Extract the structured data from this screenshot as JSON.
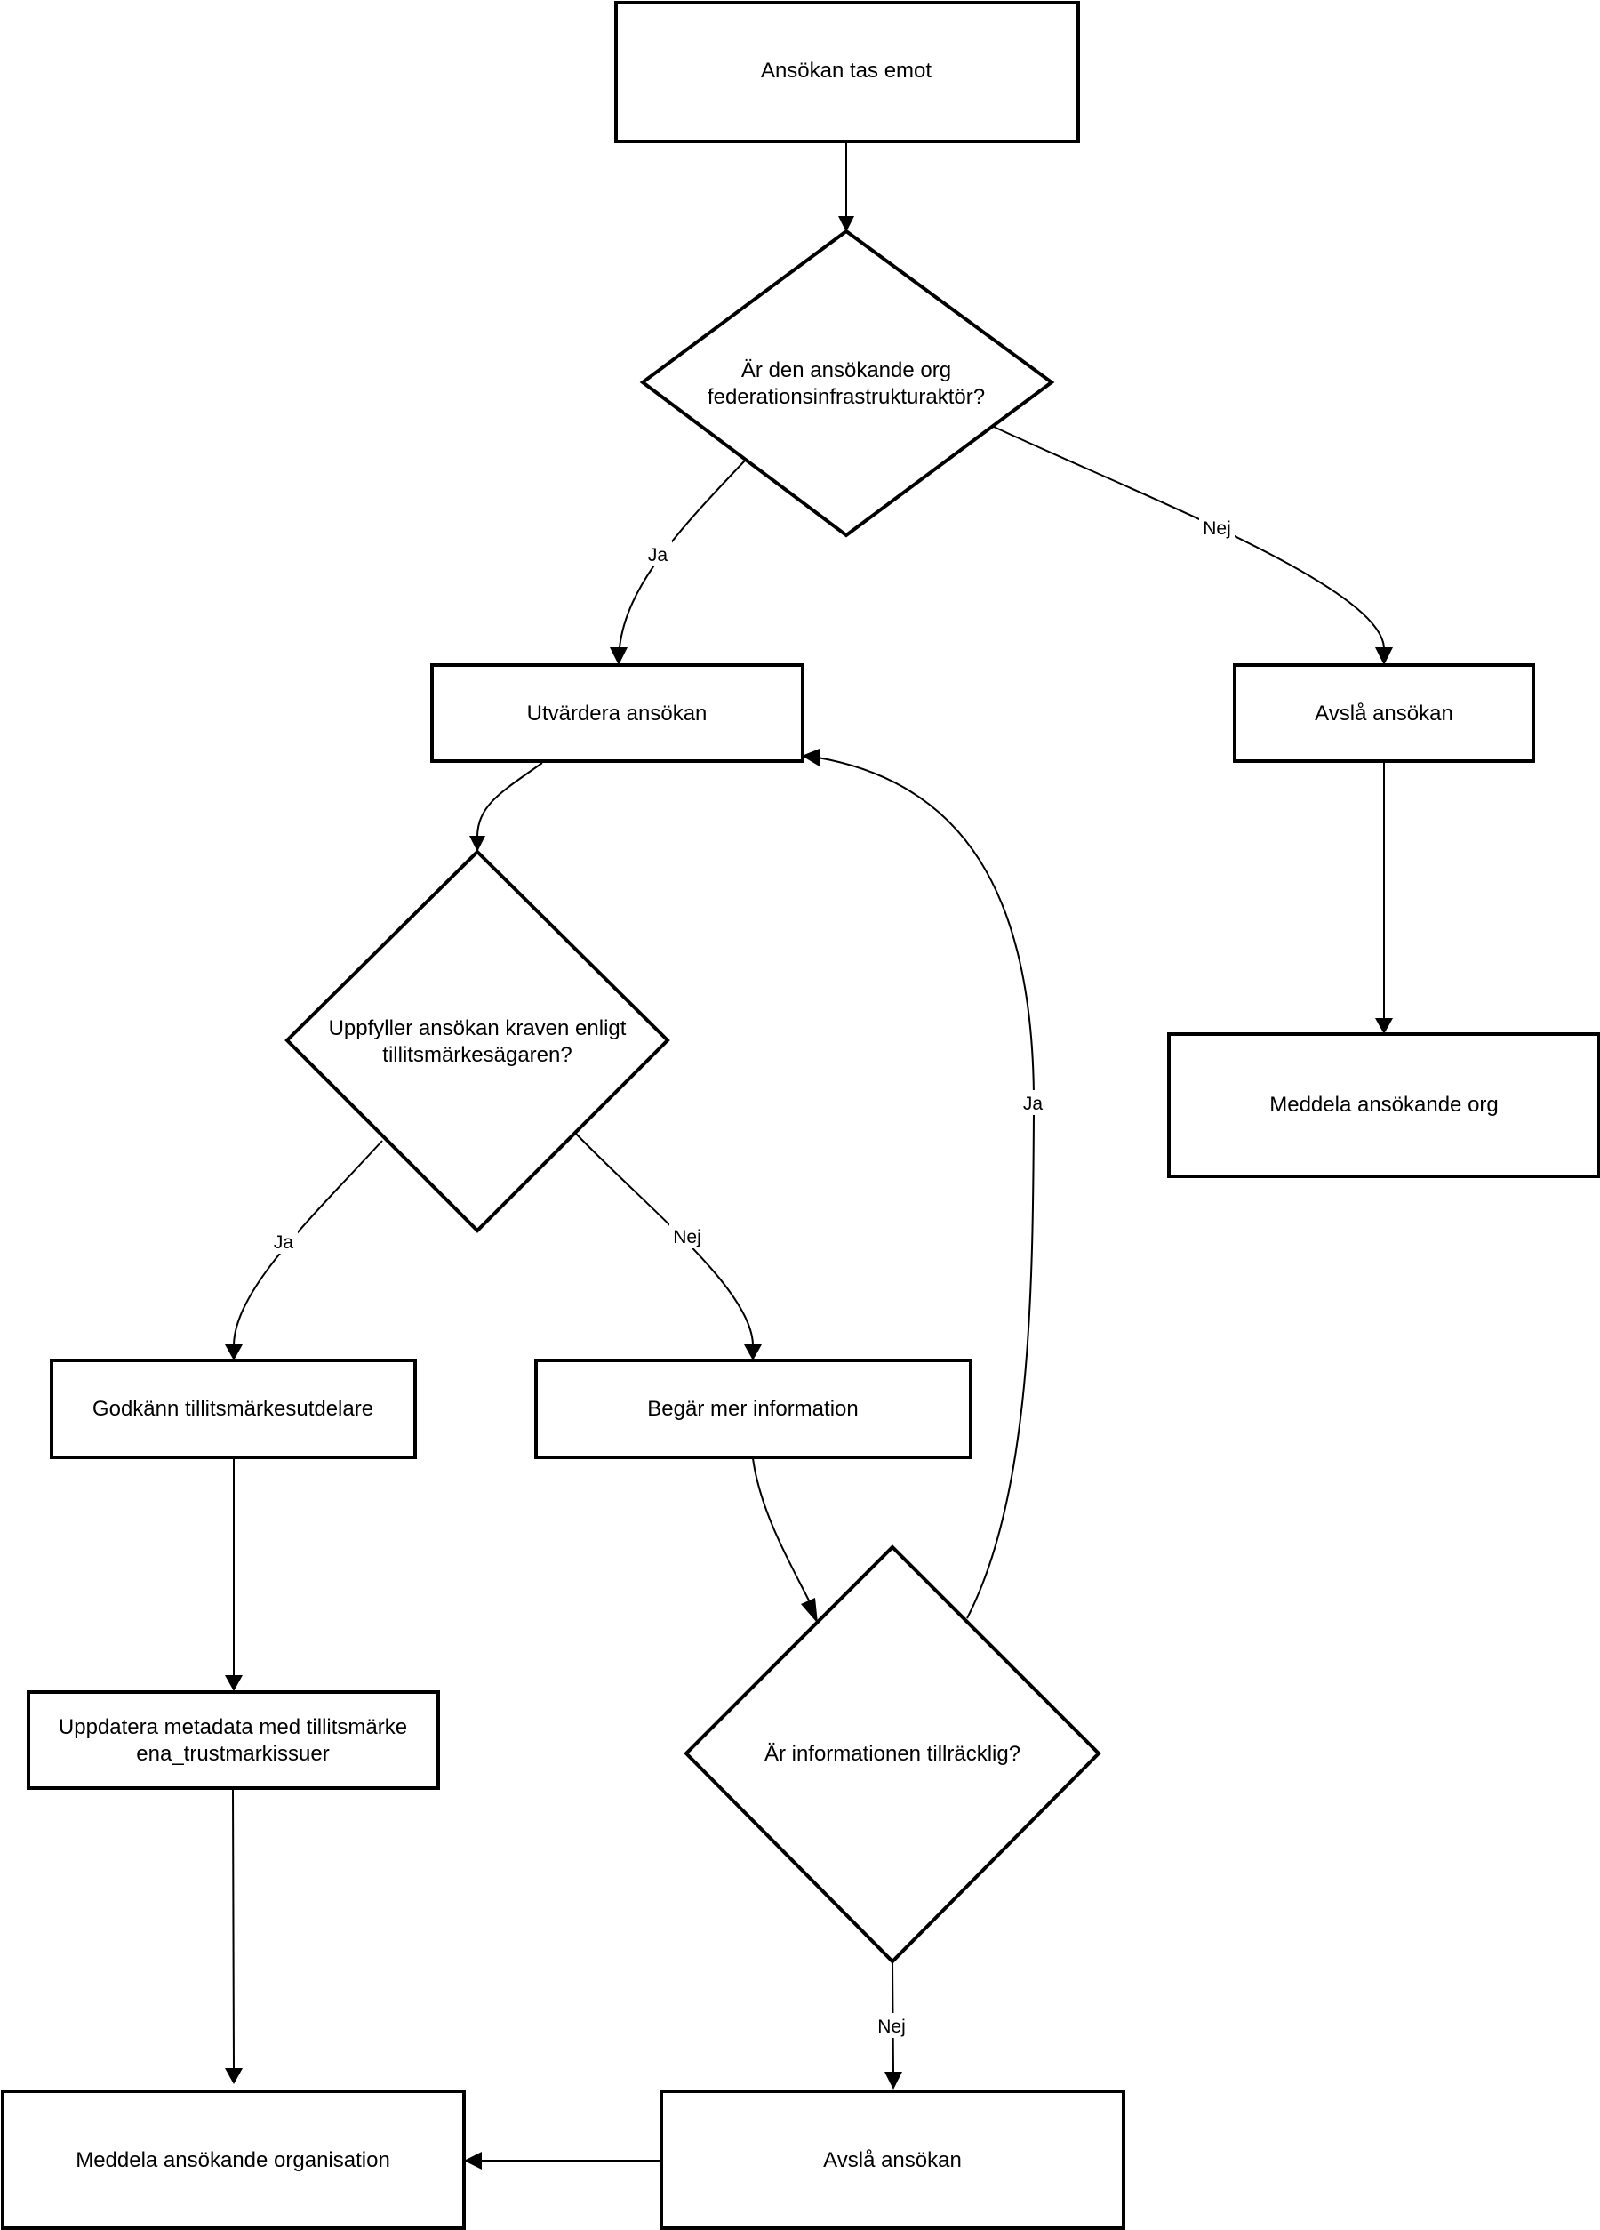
{
  "nodes": {
    "receive": {
      "lines": [
        "Ansökan tas emot"
      ]
    },
    "is_infra": {
      "lines": [
        "Är den ansökande org",
        "federationsinfrastrukturaktör?"
      ]
    },
    "evaluate": {
      "lines": [
        "Utvärdera ansökan"
      ]
    },
    "reject_org": {
      "lines": [
        "Avslå ansökan"
      ]
    },
    "notify_org": {
      "lines": [
        "Meddela ansökande org"
      ]
    },
    "meets_req": {
      "lines": [
        "Uppfyller ansökan kraven enligt",
        "tillitsmärkesägaren?"
      ]
    },
    "approve": {
      "lines": [
        "Godkänn tillitsmärkesutdelare"
      ]
    },
    "request_info": {
      "lines": [
        "Begär mer information"
      ]
    },
    "update_meta": {
      "lines": [
        "Uppdatera metadata med tillitsmärke",
        "ena_trustmarkissuer"
      ]
    },
    "info_enough": {
      "lines": [
        "Är informationen tillräcklig?"
      ]
    },
    "notify_organisation": {
      "lines": [
        "Meddela ansökande organisation"
      ]
    },
    "reject_final": {
      "lines": [
        "Avslå ansökan"
      ]
    }
  },
  "edge_labels": {
    "infra_yes": "Ja",
    "infra_no": "Nej",
    "meets_yes": "Ja",
    "meets_no": "Nej",
    "enough_yes": "Ja",
    "enough_no": "Nej"
  }
}
